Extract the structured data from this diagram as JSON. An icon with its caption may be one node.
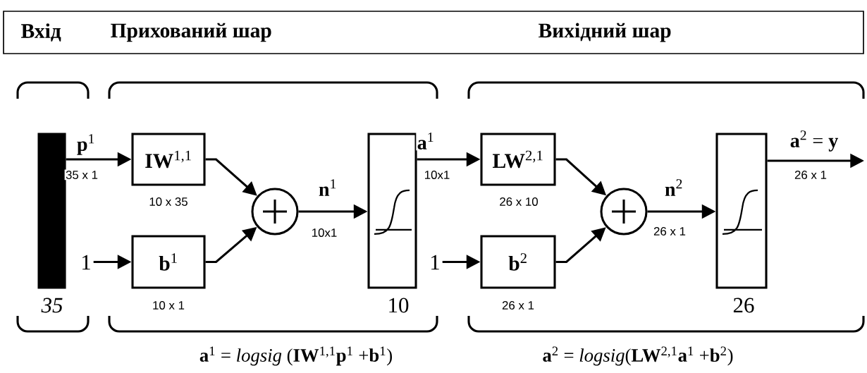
{
  "diagram": {
    "nodes": [
      {
        "text": [
          "Вхід",
          "Прихований шар",
          "Вихідний шар"
        ]
      },
      {
        "text": [],
        "shape": "bar",
        "beside": [
          "35"
        ]
      },
      {
        "text": [
          "**IW**$^{1,1}$"
        ],
        "beside": [
          "10 x 35"
        ]
      },
      {
        "text": [
          "**b**$^{1}$"
        ],
        "beside": [
          "10 x 1"
        ]
      },
      {
        "text": [],
        "shape": "circle"
      },
      {
        "text": [],
        "shape": "box",
        "beside": [
          "10"
        ]
      },
      {
        "text": [
          "1"
        ]
      },
      {
        "text": [
          "**LW**$^{2,1}$"
        ],
        "beside": [
          "26 x 10"
        ]
      },
      {
        "text": [
          "**b**$^{2}$"
        ],
        "beside": [
          "26 x 1"
        ]
      },
      {
        "text": [],
        "shape": "circle"
      },
      {
        "text": [],
        "shape": "box",
        "beside": [
          "26"
        ]
      },
      {
        "text": [
          "1"
        ]
      }
    ],
    "edges": [
      {
        "from": 1,
        "to": 2,
        "arrow": "to",
        "label": "**p**$^{1}$"
      },
      {
        "from": 6,
        "to": 3,
        "arrow": "to"
      },
      {
        "from": 2,
        "to": 4,
        "arrow": "to"
      },
      {
        "from": 3,
        "to": 4,
        "arrow": "to"
      },
      {
        "from": 4,
        "to": 5,
        "arrow": "to",
        "label": "**n**$^{1}$"
      },
      {
        "from": 5,
        "to": 7,
        "arrow": "to",
        "label": "**a**$^{1}$"
      },
      {
        "from": 11,
        "to": 8,
        "arrow": "to"
      },
      {
        "from": 7,
        "to": 9,
        "arrow": "to"
      },
      {
        "from": 8,
        "to": 9,
        "arrow": "to"
      },
      {
        "from": 9,
        "to": 10,
        "arrow": "to",
        "label": "**n**$^{2}$"
      },
      {
        "from": 10,
        "to": null,
        "arrow": "to",
        "label": "**a**$^{2}$ = **y**"
      }
    ],
    "labels": [
      "35 x 1",
      "10x1",
      "10x1",
      "26 x 1",
      "26 x 1",
      "**a**$^{1}$ = *logsig* (**IW**$^{1,1}$**p**$^{1}$ +**b**$^{1}$)",
      "**a**$^{2}$ = *logsig*(**LW**$^{2,1}$**a**$^{1}$ +**b**$^{2}$)"
    ]
  }
}
